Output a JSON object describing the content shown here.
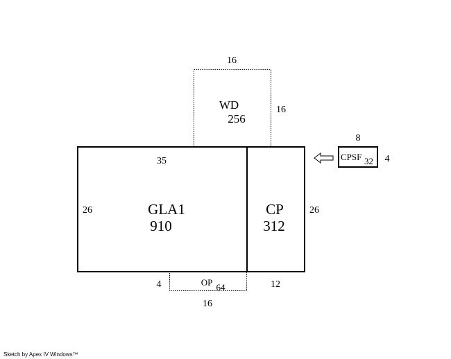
{
  "sketch": {
    "wd": {
      "label": "WD",
      "area": "256",
      "dim_top": "16",
      "dim_right": "16"
    },
    "gla": {
      "label": "GLA1",
      "area": "910",
      "dim_top": "35",
      "dim_left": "26",
      "dim_bottom": "4"
    },
    "cp": {
      "label": "CP",
      "area": "312",
      "dim_right": "26",
      "dim_bottom": "12"
    },
    "op": {
      "label": "OP",
      "area": "64",
      "dim_bottom": "16"
    },
    "cpsf": {
      "label": "CPSF",
      "area": "32",
      "dim_top": "8",
      "dim_right": "4",
      "arrow_icon": "left-arrow-icon"
    }
  },
  "footer": {
    "credit": "Sketch by Apex IV Windows™"
  }
}
